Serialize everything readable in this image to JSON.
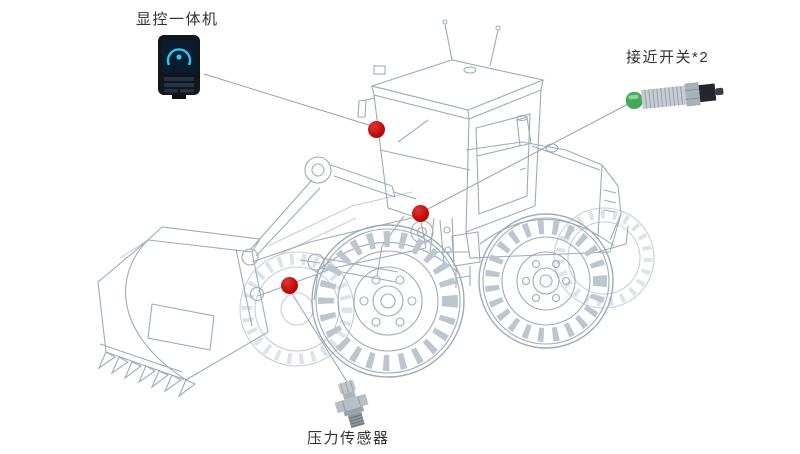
{
  "annotations": {
    "display_unit": {
      "label": "显控一体机"
    },
    "proximity_switch": {
      "label": "接近开关*2"
    },
    "pressure_sensor": {
      "label": "压力传感器"
    }
  },
  "markers": {
    "color": "#c30b0b",
    "count": 3,
    "targets": [
      "display_unit",
      "proximity_switch",
      "pressure_sensor"
    ]
  },
  "colors": {
    "line_art": "#9fabb6",
    "line_art_far": "#c6ced6",
    "callout_line": "#9aa0a6",
    "label_text": "#333333",
    "proximity_tip_green": "#45a95c",
    "display_screen_accent": "#27c7f2",
    "metal_light": "#c7ccd2"
  }
}
